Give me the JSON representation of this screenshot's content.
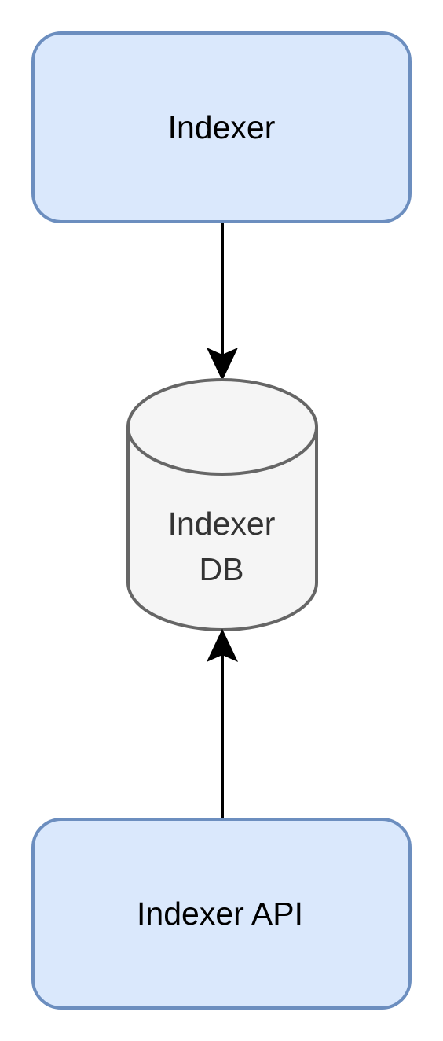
{
  "nodes": {
    "indexer": {
      "label": "Indexer",
      "fill": "#dae8fc",
      "stroke": "#6c8ebf"
    },
    "indexer_db": {
      "label_line1": "Indexer",
      "label_line2": "DB",
      "fill": "#f5f5f5",
      "stroke": "#666666",
      "text_color": "#333333"
    },
    "indexer_api": {
      "label": "Indexer API",
      "fill": "#dae8fc",
      "stroke": "#6c8ebf"
    }
  },
  "edges": [
    {
      "from": "Indexer",
      "to": "Indexer DB"
    },
    {
      "from": "Indexer API",
      "to": "Indexer DB"
    }
  ]
}
